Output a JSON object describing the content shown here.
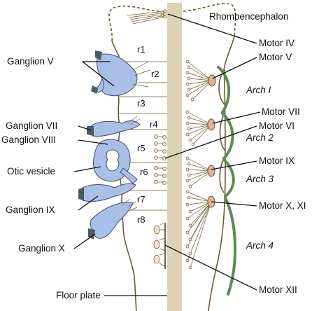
{
  "labels": {
    "rhombencephalon": "Rhombencephalon",
    "motor_iv": "Motor IV",
    "motor_v": "Motor V",
    "motor_vii": "Motor VII",
    "motor_vi": "Motor VI",
    "motor_ix": "Motor IX",
    "motor_x_xi": "Motor X, XI",
    "motor_xii": "Motor XII",
    "ganglion_v": "Ganglion V",
    "ganglion_vii": "Ganglion VII",
    "ganglion_viii": "Ganglion VIII",
    "otic_vesicle": "Otic vesicle",
    "ganglion_ix": "Ganglion IX",
    "ganglion_x": "Ganglion X",
    "floor_plate": "Floor plate"
  },
  "rhombomeres": [
    "r1",
    "r2",
    "r3",
    "r4",
    "r5",
    "r6",
    "r7",
    "r8"
  ],
  "arches": [
    "Arch I",
    "Arch 2",
    "Arch 3",
    "Arch 4"
  ],
  "colors": {
    "ganglion": "#a9bfe6",
    "floor_plate": "#ddd2b6",
    "arch": "#5a8a55",
    "motor_nucleus": "#e3b0a0"
  }
}
